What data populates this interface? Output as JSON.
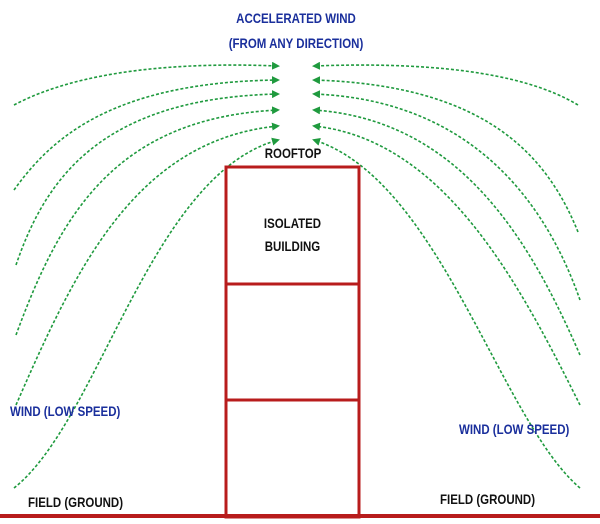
{
  "labels": {
    "accelerated_line1": "ACCELERATED WIND",
    "accelerated_line2": "(FROM ANY DIRECTION)",
    "rooftop": "ROOFTOP",
    "building_line1": "ISOLATED",
    "building_line2": "BUILDING",
    "wind_left": "WIND (LOW SPEED)",
    "wind_right": "WIND (LOW SPEED)",
    "field_left": "FIELD (GROUND)",
    "field_right": "FIELD (GROUND)"
  },
  "colors": {
    "wind": "#1f9a3e",
    "building": "#b81c1c",
    "label_blue": "#1a2f9c",
    "label_black": "#111111"
  }
}
